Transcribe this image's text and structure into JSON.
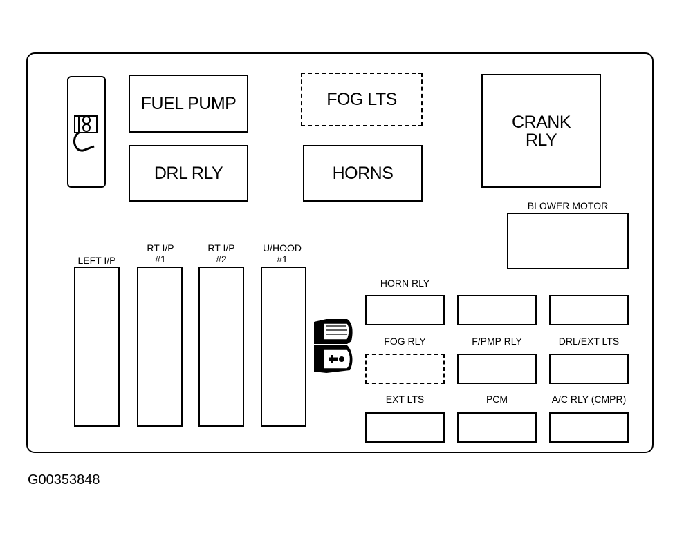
{
  "fuse_block": {
    "top_relays": {
      "fuel_pump": "FUEL PUMP",
      "drl_rly": "DRL RLY",
      "fog_lts": "FOG LTS",
      "horns": "HORNS",
      "crank_rly_line1": "CRANK",
      "crank_rly_line2": "RLY"
    },
    "blower_motor": "BLOWER MOTOR",
    "fuse_strips": {
      "left_ip": "LEFT I/P",
      "rt_ip1_line1": "RT I/P",
      "rt_ip1_line2": "#1",
      "rt_ip2_line1": "RT I/P",
      "rt_ip2_line2": "#2",
      "uhood1_line1": "U/HOOD",
      "uhood1_line2": "#1"
    },
    "small_relays": {
      "horn_rly": "HORN RLY",
      "fog_rly": "FOG RLY",
      "fpmp_rly": "F/PMP RLY",
      "drl_ext_lts": "DRL/EXT LTS",
      "ext_lts": "EXT LTS",
      "pcm": "PCM",
      "ac_rly": "A/C RLY (CMPR)"
    }
  },
  "figure_id": "G00353848"
}
